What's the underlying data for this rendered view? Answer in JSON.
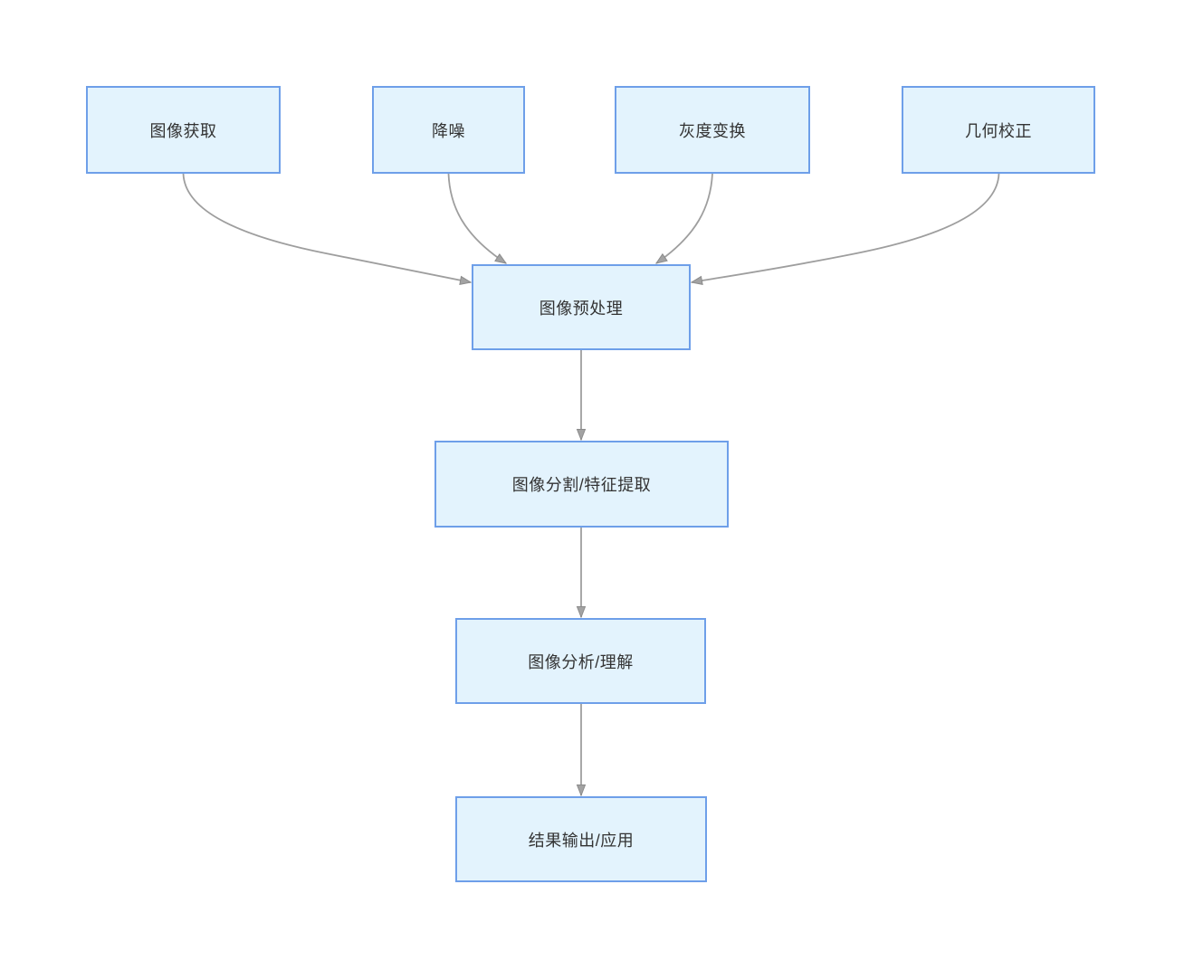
{
  "diagram": {
    "nodes": [
      {
        "id": "acquire",
        "label": "图像获取"
      },
      {
        "id": "denoise",
        "label": "降噪"
      },
      {
        "id": "gray",
        "label": "灰度变换"
      },
      {
        "id": "geom",
        "label": "几何校正"
      },
      {
        "id": "preprocess",
        "label": "图像预处理"
      },
      {
        "id": "segment",
        "label": "图像分割/特征提取"
      },
      {
        "id": "analyze",
        "label": "图像分析/理解"
      },
      {
        "id": "output",
        "label": "结果输出/应用"
      }
    ],
    "edges": [
      {
        "from": "图像获取",
        "to": "图像预处理"
      },
      {
        "from": "降噪",
        "to": "图像预处理"
      },
      {
        "from": "灰度变换",
        "to": "图像预处理"
      },
      {
        "from": "几何校正",
        "to": "图像预处理"
      },
      {
        "from": "图像预处理",
        "to": "图像分割/特征提取"
      },
      {
        "from": "图像分割/特征提取",
        "to": "图像分析/理解"
      },
      {
        "from": "图像分析/理解",
        "to": "结果输出/应用"
      }
    ],
    "colors": {
      "background": "#ffffff",
      "node_fill": "#e3f3fd",
      "node_border": "#6e9fe9",
      "text": "#333333",
      "edge": "#9e9e9e",
      "arrow_fill": "#a3a3a3",
      "arrow_stroke": "#8b8b8b"
    }
  }
}
